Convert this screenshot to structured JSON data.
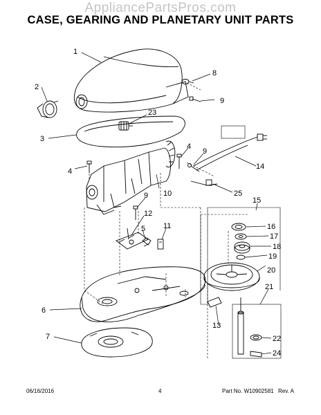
{
  "watermark": "AppliancePartsPros.com",
  "title": "CASE, GEARING AND PLANETARY UNIT PARTS",
  "callouts": [
    "1",
    "8",
    "2",
    "9",
    "23",
    "3",
    "4",
    "9",
    "4",
    "10",
    "14",
    "25",
    "9",
    "15",
    "12",
    "16",
    "5",
    "11",
    "17",
    "18",
    "19",
    "20",
    "6",
    "21",
    "13",
    "22",
    "7",
    "24"
  ],
  "footer": {
    "date": "06/16/2016",
    "page": "4",
    "part_no": "Part No. W10902581",
    "rev": "Rev. A"
  }
}
